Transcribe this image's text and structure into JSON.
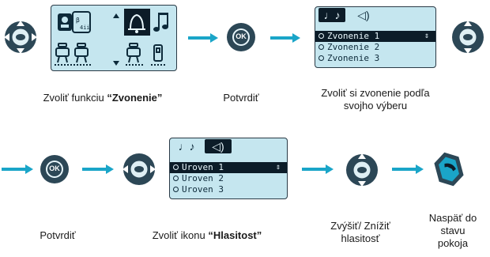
{
  "step1": {
    "menu_screen": {
      "description": ""
    },
    "caption_prefix": "Zvoliť funkciu ",
    "caption_bold": "“Zvonenie”"
  },
  "step2": {
    "ok_label": "OK",
    "caption": "Potvrdiť"
  },
  "step3": {
    "tabs": [
      "♩♪",
      "◁)"
    ],
    "items": [
      {
        "label": "Zvonenie 1",
        "selected": true
      },
      {
        "label": "Zvonenie 2",
        "selected": false
      },
      {
        "label": "Zvonenie 3",
        "selected": false
      }
    ],
    "caption_line1": "Zvoliť si zvonenie podľa",
    "caption_line2": "svojho výberu"
  },
  "step4": {
    "ok_label": "OK",
    "caption": "Potvrdiť"
  },
  "step5": {
    "tabs": [
      "♩♪",
      "◁)"
    ],
    "items": [
      {
        "label": "Uroven 1",
        "selected": true
      },
      {
        "label": "Uroven 2",
        "selected": false
      },
      {
        "label": "Uroven 3",
        "selected": false
      }
    ],
    "caption_prefix": "Zvoliť ikonu ",
    "caption_bold": "“Hlasitost”"
  },
  "step6": {
    "caption_line1": "Zvýšiť/ Znížiť",
    "caption_line2": "hlasitosť"
  },
  "step7": {
    "caption_line1": "Naspäť do",
    "caption_line2": "stavu",
    "caption_line3": "pokoja"
  },
  "colors": {
    "accent": "#1aa5c8",
    "lcd_bg": "#c5e6ef",
    "key_dark": "#2c4756"
  }
}
